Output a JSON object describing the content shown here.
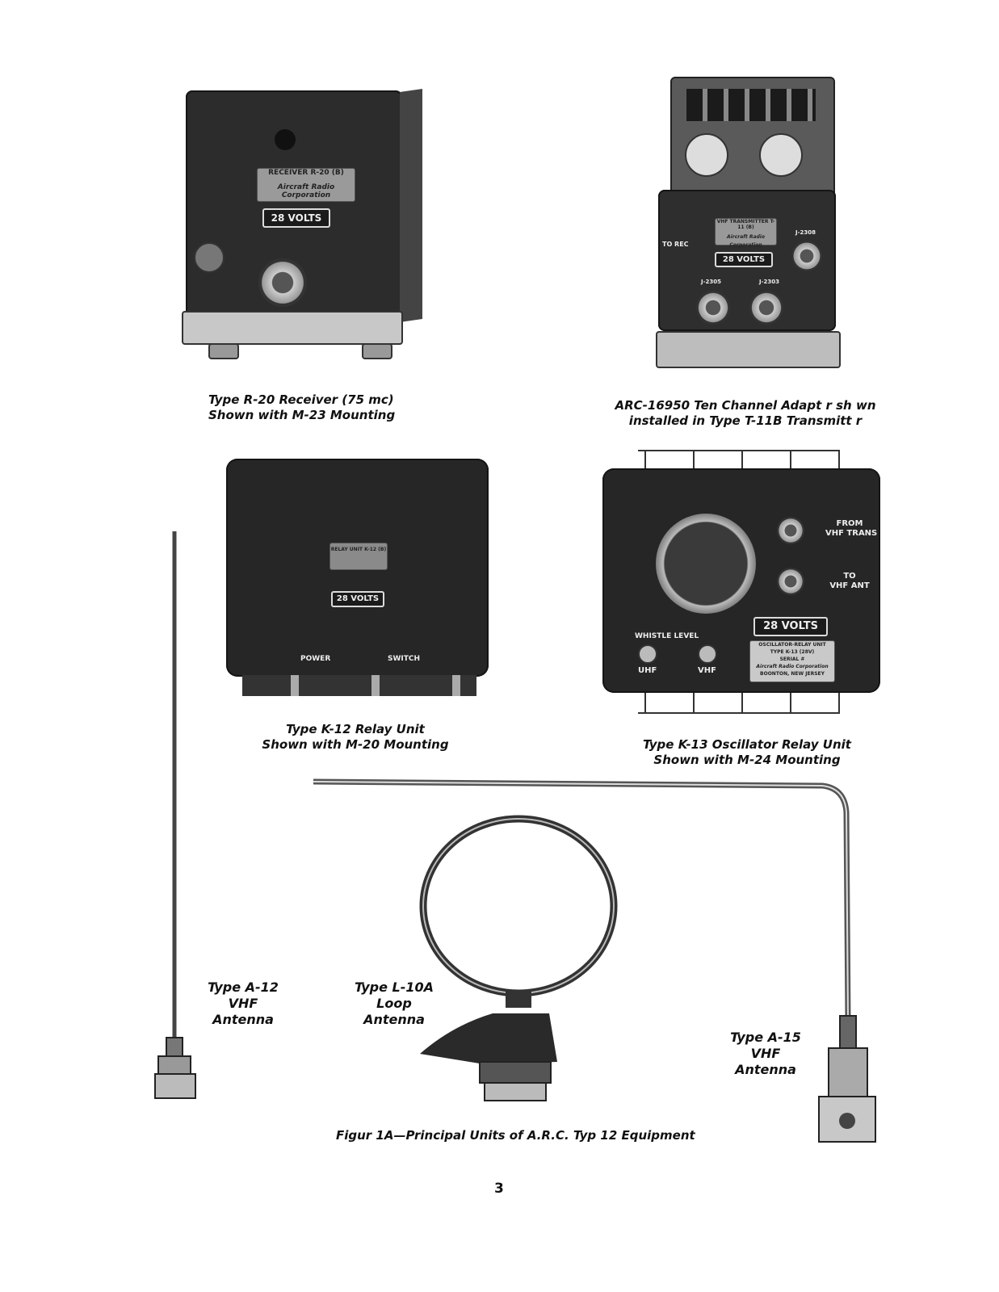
{
  "photos": {
    "receiver": {
      "caption_lines": [
        "Type R-20 Receiver (75 mc)",
        "Shown with M-23 Mounting"
      ],
      "plate_text": "RECEIVER R-20 (B)",
      "maker_text": "Aircraft Radio Corporation",
      "volts_text": "28 VOLTS"
    },
    "transmitter": {
      "caption_lines": [
        "ARC-16950 Ten Channel Adapt r sh wn",
        "installed in Type T-11B Transmitt r"
      ],
      "plate_text": "VHF TRANSMITTER T-11 (B)",
      "maker_text": "Aircraft Radio Corporation",
      "volts_text": "28 VOLTS",
      "to_rec_text": "TO REC",
      "jacks": [
        "J-2308",
        "J-2305",
        "J-2303"
      ]
    },
    "relay_unit": {
      "caption_lines": [
        "Type K-12 Relay Unit",
        "Shown with M-20 Mounting"
      ],
      "plate_text": "RELAY UNIT K-12 (B)",
      "volts_text": "28 VOLTS",
      "power_label": "POWER",
      "switch_label": "SWITCH"
    },
    "oscillator_relay": {
      "caption_lines": [
        "Type K-13 Oscillator Relay Unit",
        "Shown with M-24 Mounting"
      ],
      "from_label_lines": [
        "FROM",
        "VHF TRANS"
      ],
      "to_label_lines": [
        "TO",
        "VHF ANT"
      ],
      "volts_text": "28 VOLTS",
      "whistle_label": "WHISTLE LEVEL",
      "uhf_label": "UHF",
      "vhf_label": "VHF",
      "plate_lines": [
        "OSCILLATOR-RELAY UNIT",
        "TYPE K-13 (28V)",
        "SERIAL #",
        "Aircraft Radio Corporation",
        "BOONTON, NEW JERSEY"
      ]
    },
    "antenna_a12": {
      "caption_lines": [
        "Type A-12",
        "VHF",
        "Antenna"
      ]
    },
    "antenna_l10a": {
      "caption_lines": [
        "Type L-10A",
        "Loop",
        "Antenna"
      ]
    },
    "antenna_a15": {
      "caption_lines": [
        "Type A-15",
        "VHF",
        "Antenna"
      ]
    }
  },
  "figure_caption": "Figur 1A—Principal Units of A.R.C. Typ 12 Equipment",
  "page_number": "3"
}
